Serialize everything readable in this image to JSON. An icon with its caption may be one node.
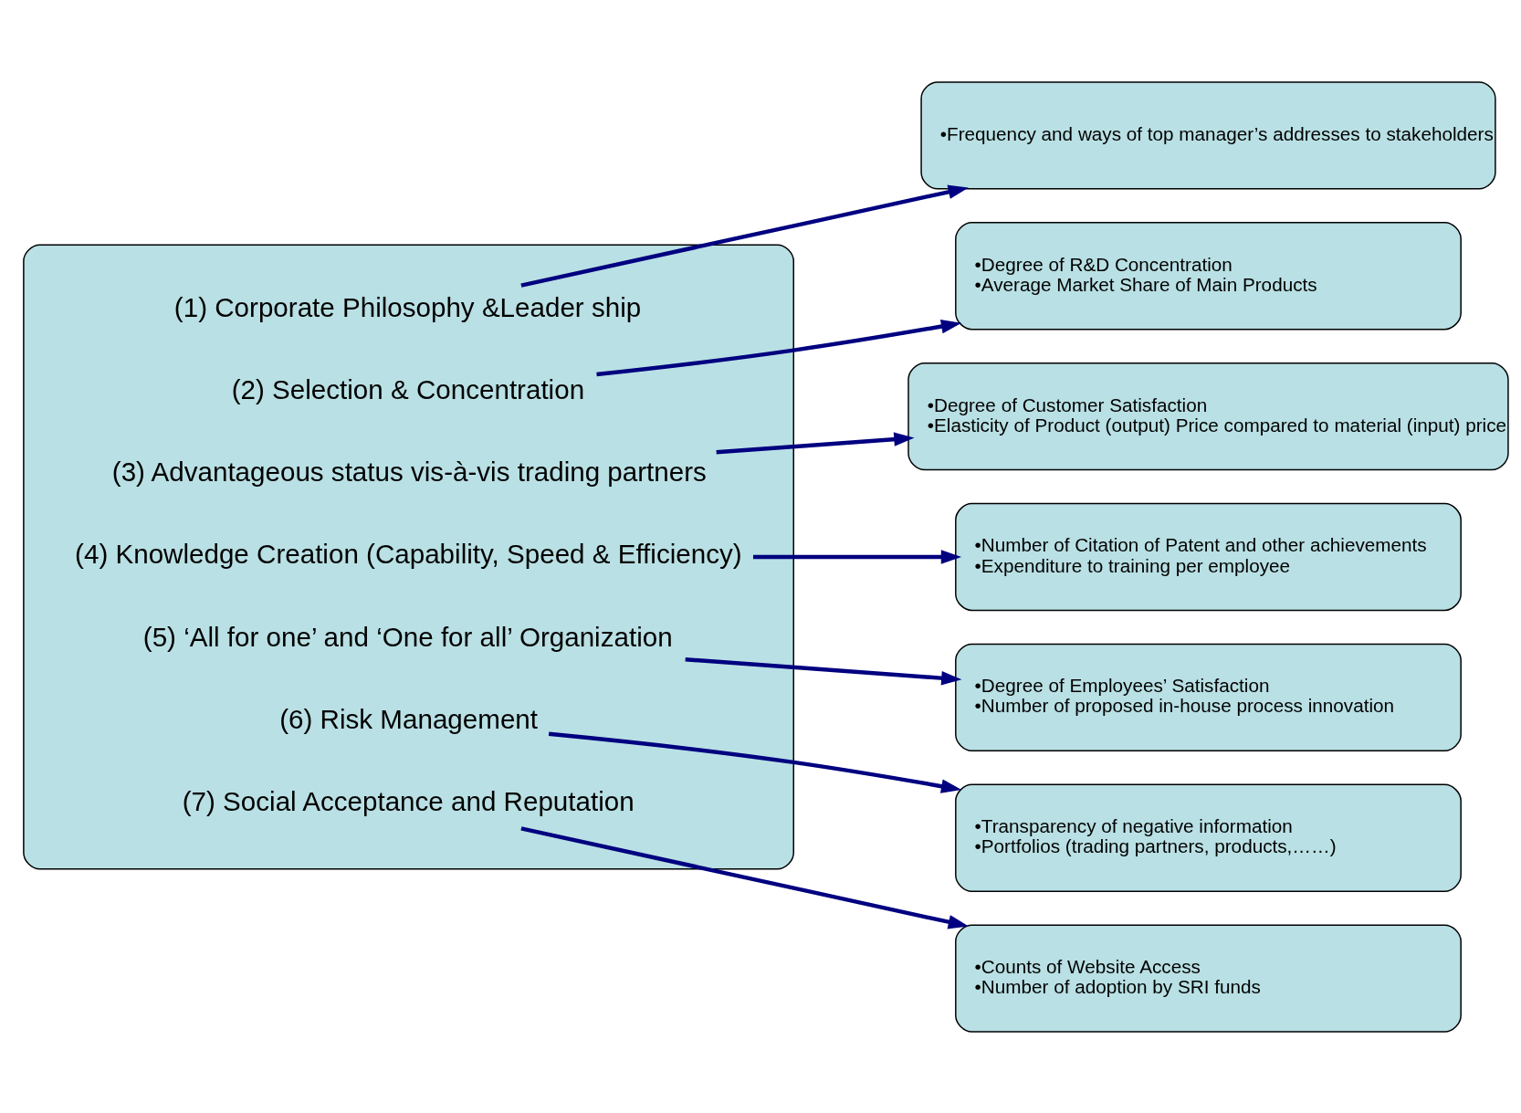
{
  "diagram": {
    "nodes": [
      {
        "text": [],
        "shape": "box"
      },
      {
        "text": [
          "(1) Corporate Philosophy &Leader ship"
        ],
        "in": 0
      },
      {
        "text": [
          "(2) Selection & Concentration"
        ],
        "in": 0
      },
      {
        "text": [
          "(3) Advantageous status vis-à-vis trading partners"
        ],
        "in": 0
      },
      {
        "text": [
          "(4) Knowledge Creation (Capability, Speed & Efficiency)"
        ],
        "in": 0
      },
      {
        "text": [
          "(5) ‘All for one’ and ‘One for all’ Organization"
        ],
        "in": 0
      },
      {
        "text": [
          "(6) Risk Management"
        ],
        "in": 0
      },
      {
        "text": [
          "(7) Social Acceptance and Reputation"
        ],
        "in": 0
      },
      {
        "text": [
          "•Frequency and ways of top manager’s addresses to stakeholders"
        ]
      },
      {
        "text": [
          "•Degree of R&D Concentration",
          "•Average Market Share of Main Products"
        ]
      },
      {
        "text": [
          "•Degree of Customer Satisfaction",
          "•Elasticity of Product (output) Price compared to material (input) price"
        ]
      },
      {
        "text": [
          "•Number of Citation of Patent and other achievements",
          "•Expenditure to training per employee"
        ]
      },
      {
        "text": [
          "•Degree of Employees’ Satisfaction",
          "•Number of proposed in-house process innovation"
        ]
      },
      {
        "text": [
          "•Transparency of negative information",
          "•Portfolios (trading partners, products,……)"
        ]
      },
      {
        "text": [
          "•Counts of Website Access",
          "•Number of adoption by SRI funds"
        ]
      }
    ],
    "edges": [
      {
        "from": 1,
        "to": 8,
        "arrow": "to"
      },
      {
        "from": 2,
        "to": 9,
        "arrow": "to"
      },
      {
        "from": 3,
        "to": 10,
        "arrow": "to"
      },
      {
        "from": 4,
        "to": 11,
        "arrow": "to"
      },
      {
        "from": 5,
        "to": 12,
        "arrow": "to"
      },
      {
        "from": 6,
        "to": 13,
        "arrow": "to"
      },
      {
        "from": 7,
        "to": 14,
        "arrow": "to"
      }
    ]
  }
}
